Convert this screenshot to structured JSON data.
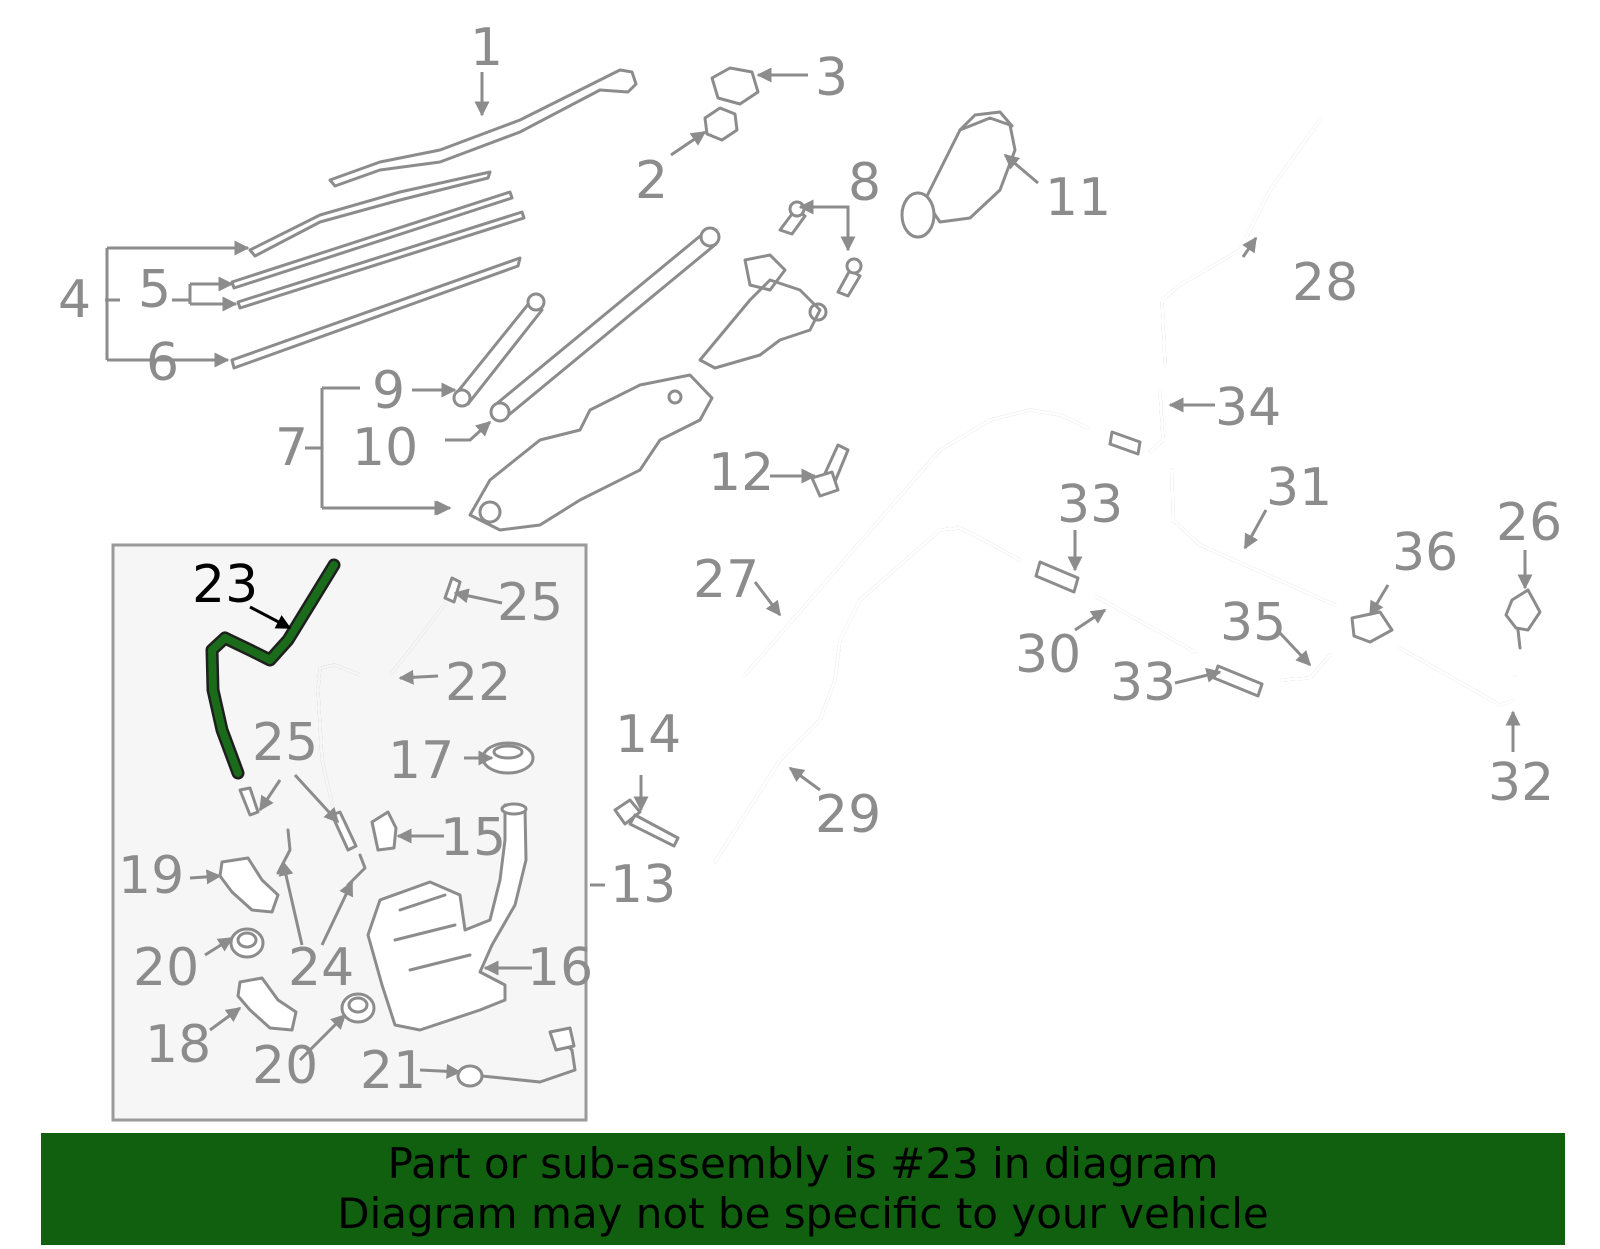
{
  "highlight_color": "#1a6b1a",
  "banner": {
    "line1": "Part or sub-assembly is #23 in diagram",
    "line2": "Diagram may not be specific to your vehicle",
    "background": "#106010"
  },
  "callouts": {
    "c1": "1",
    "c2": "2",
    "c3": "3",
    "c4": "4",
    "c5": "5",
    "c6": "6",
    "c7": "7",
    "c8": "8",
    "c9": "9",
    "c10": "10",
    "c11": "11",
    "c12": "12",
    "c13": "13",
    "c14": "14",
    "c15": "15",
    "c16": "16",
    "c17": "17",
    "c18": "18",
    "c19": "19",
    "c20a": "20",
    "c20b": "20",
    "c21": "21",
    "c22": "22",
    "c23": "23",
    "c24": "24",
    "c25a": "25",
    "c25b": "25",
    "c26": "26",
    "c27": "27",
    "c28": "28",
    "c29": "29",
    "c30": "30",
    "c31": "31",
    "c32": "32",
    "c33a": "33",
    "c33b": "33",
    "c34": "34",
    "c35": "35",
    "c36": "36"
  }
}
